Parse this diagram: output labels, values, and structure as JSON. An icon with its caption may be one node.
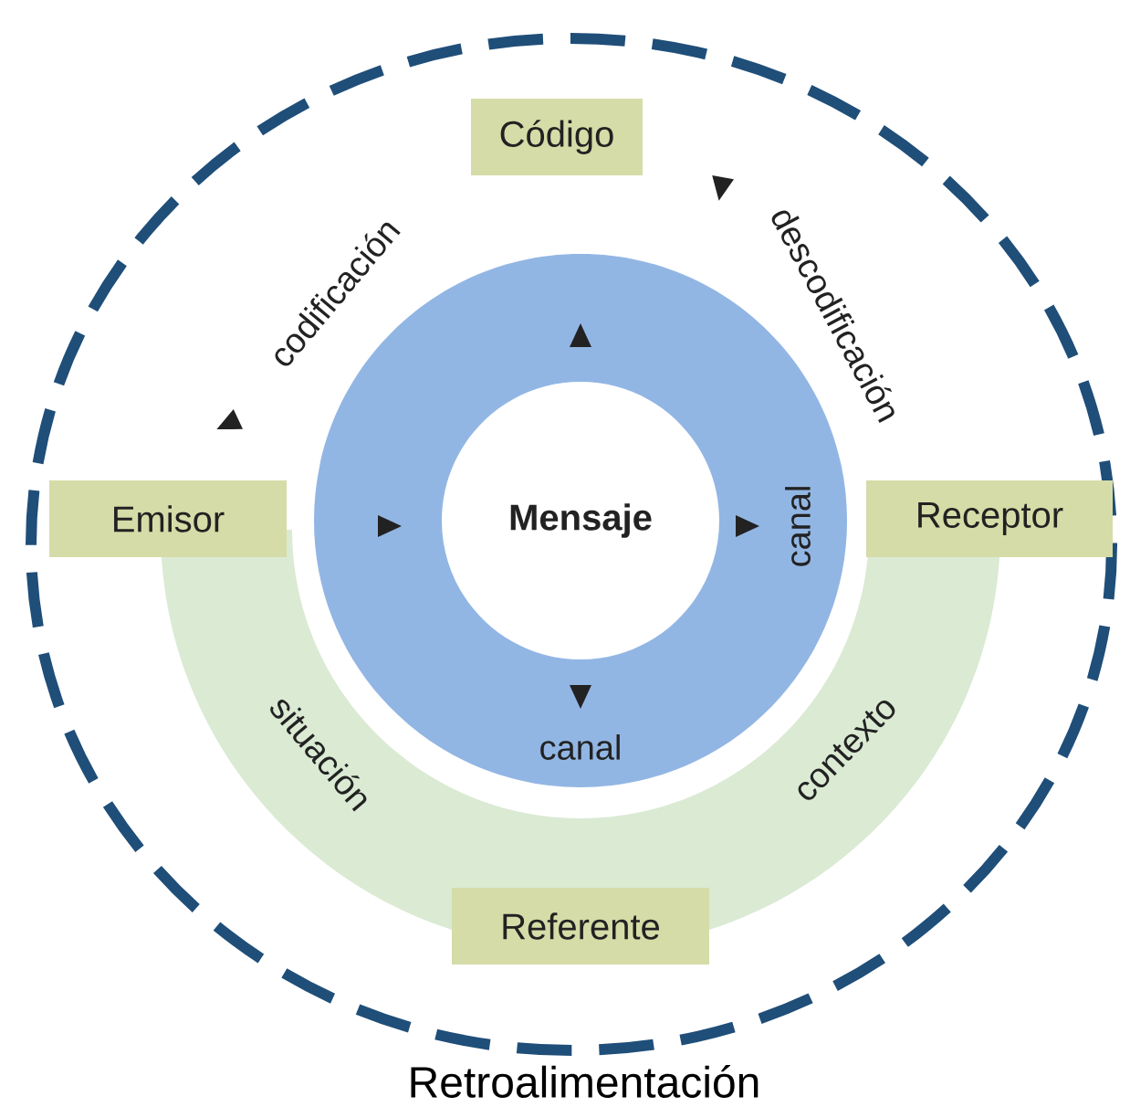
{
  "diagram": {
    "nodes": [
      {
        "text": [
          "Código"
        ]
      },
      {
        "text": [
          "Emisor"
        ]
      },
      {
        "text": [
          "Mensaje"
        ]
      },
      {
        "text": [
          "Receptor"
        ]
      },
      {
        "text": [
          "Referente"
        ]
      }
    ],
    "labels": [
      "codificación",
      "descodificación",
      "canal",
      "canal",
      "situación",
      "contexto",
      "Retroalimentación"
    ]
  }
}
